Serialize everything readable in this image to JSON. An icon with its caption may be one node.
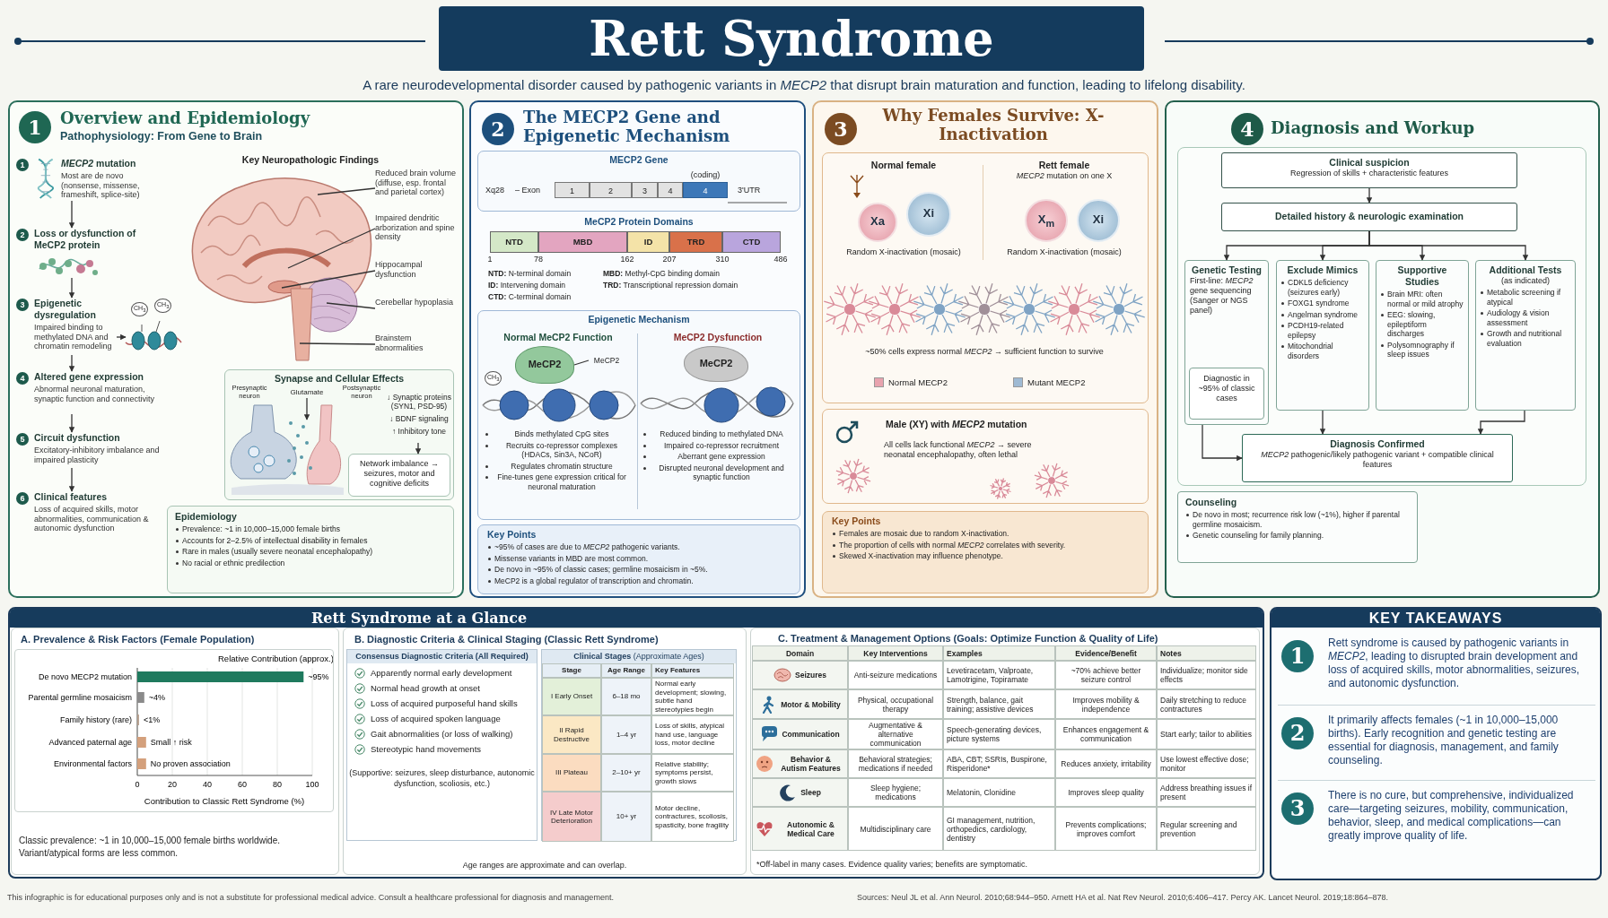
{
  "diagram": {
    "title": "Rett Syndrome",
    "nodes": [
      {
        "text": [
          "1",
          "Overview and Epidemiology",
          "Pathophysiology: From Gene to Brain"
        ]
      },
      {
        "text": [
          "1",
          "*MECP2* mutation",
          "Most are de novo (nonsense, missense, frameshift, splice-site)"
        ],
        "in": 0
      },
      {
        "text": [
          "2",
          "Loss or dysfunction of MeCP2 protein"
        ],
        "in": 0
      },
      {
        "text": [
          "3",
          "Epigenetic dysregulation",
          "Impaired binding to methylated DNA and chromatin remodeling"
        ],
        "in": 0
      },
      {
        "text": [],
        "shape": "picture",
        "in": 0
      },
      {
        "text": [
          "4",
          "Altered gene expression",
          "Abnormal neuronal maturation, synaptic function and connectivity"
        ],
        "in": 0
      },
      {
        "text": [
          "5",
          "Circuit dysfunction",
          "Excitatory-inhibitory imbalance and impaired plasticity"
        ],
        "in": 0
      },
      {
        "text": [
          "6",
          "Clinical features",
          "Loss of acquired skills, motor abnormalities, communication & autonomic dysfunction"
        ],
        "in": 0
      },
      {
        "text": [
          "Reduced brain volume (diffuse, esp. frontal and parietal cortex)"
        ],
        "in": 0
      },
      {
        "text": [
          "Impaired dendritic arborization and spine density"
        ],
        "in": 0
      },
      {
        "text": [
          "Hippocampal dysfunction"
        ],
        "in": 0
      },
      {
        "text": [
          "Cerebellar hypoplasia"
        ],
        "in": 0
      },
      {
        "text": [
          "Brainstem abnormalities"
        ],
        "in": 0
      },
      {
        "text": [
          "Synapse and Cellular Effects"
        ],
        "in": 0
      },
      {
        "text": [
          "Glutamate"
        ],
        "in": 13
      },
      {
        "text": [
          "↓ Synaptic proteins (SYN1, PSD-95)",
          "↓ BDNF signaling",
          "↑ Inhibitory tone"
        ],
        "in": 13
      },
      {
        "text": [
          "Network imbalance → seizures, motor and cognitive deficits"
        ],
        "in": 13
      },
      {
        "text": [
          "Epidemiology",
          "Prevalence: ~1 in 10,000–15,000 female births",
          "Accounts for 2–2.5% of intellectual disability in females",
          "Rare in males (usually severe neonatal encephalopathy)",
          "No racial or ethnic predilection"
        ],
        "in": 0
      },
      {
        "text": [
          "2",
          "The MECP2 Gene and Epigenetic Mechanism"
        ]
      },
      {
        "text": [
          "MECP2 Gene"
        ],
        "in": 18
      },
      {
        "text": [
          "1"
        ],
        "in": 19
      },
      {
        "text": [
          "2"
        ],
        "in": 19
      },
      {
        "text": [
          "3"
        ],
        "in": 19
      },
      {
        "text": [
          "4"
        ],
        "in": 19
      },
      {
        "text": [
          "4"
        ],
        "in": 19
      },
      {
        "text": [
          "NTD"
        ],
        "in": 18
      },
      {
        "text": [
          "MBD"
        ],
        "in": 18
      },
      {
        "text": [
          "ID"
        ],
        "in": 18
      },
      {
        "text": [
          "TRD"
        ],
        "in": 18
      },
      {
        "text": [
          "CTD"
        ],
        "in": 18
      },
      {
        "text": [
          "Epigenetic Mechanism"
        ],
        "in": 18
      },
      {
        "text": [
          "Normal MeCP2 Function",
          "Binds methylated CpG sites",
          "Recruits co-repressor complexes (HDACs, Sin3A, NCoR)",
          "Regulates chromatin structure",
          "Fine-tunes gene expression critical for neuronal maturation"
        ],
        "in": 30
      },
      {
        "text": [
          "MeCP2"
        ],
        "in": 31
      },
      {
        "text": [
          "MeCP2"
        ],
        "in": 31
      },
      {
        "text": [
          "MeCP2 Dysfunction",
          "Reduced binding to methylated DNA",
          "Impaired co-repressor recruitment",
          "Aberrant gene expression",
          "Disrupted neuronal development and synaptic function"
        ],
        "in": 30
      },
      {
        "text": [
          "MeCP2"
        ],
        "in": 34
      },
      {
        "text": [
          "Key Points",
          "~95% of cases are due to *MECP2* pathogenic variants.",
          "Missense variants in MBD are most common.",
          "De novo in ~95% of classic cases; germline mosaicism in ~5%.",
          "MeCP2 is a global regulator of transcription and chromatin."
        ],
        "in": 18
      },
      {
        "text": [
          "3",
          "Why Females Survive: X-Inactivation"
        ]
      },
      {
        "text": [
          "~50% cells express normal *MECP2* → sufficient function to survive"
        ],
        "in": 37
      },
      {
        "text": [
          "Normal female",
          "Random X-inactivation (mosaic)"
        ],
        "in": 38
      },
      {
        "text": [
          "Xa"
        ],
        "in": 39
      },
      {
        "text": [
          "Xi"
        ],
        "in": 39
      },
      {
        "text": [
          "Rett female",
          "*MECP2* mutation on one X",
          "Random X-inactivation (mosaic)"
        ],
        "in": 38
      },
      {
        "text": [
          "X$_{m}$"
        ],
        "in": 42
      },
      {
        "text": [
          "Xi"
        ],
        "in": 42
      },
      {
        "text": [
          "Male (XY) with *MECP2* mutation",
          "All cells lack functional *MECP2* → severe neonatal encephalopathy, often lethal"
        ],
        "in": 37
      },
      {
        "text": [
          "Key Points",
          "Females are mosaic due to random X-inactivation.",
          "The proportion of cells with normal *MECP2* correlates with severity.",
          "Skewed X-inactivation may influence phenotype."
        ],
        "in": 37
      },
      {
        "text": [
          "4",
          "Diagnosis and Workup"
        ]
      },
      {
        "text": [],
        "shape": "box",
        "in": 47
      },
      {
        "text": [
          "Clinical suspicion",
          "Regression of skills + characteristic features"
        ],
        "in": 48
      },
      {
        "text": [
          "Detailed history & neurologic examination"
        ],
        "in": 48
      },
      {
        "text": [
          "Genetic Testing",
          "First-line: *MECP2* gene sequencing (Sanger or NGS panel)"
        ],
        "in": 48
      },
      {
        "text": [
          "Diagnostic in ~95% of classic cases"
        ],
        "in": 51
      },
      {
        "text": [
          "Exclude Mimics",
          "CDKL5 deficiency (seizures early)",
          "FOXG1 syndrome",
          "Angelman syndrome",
          "PCDH19-related epilepsy",
          "Mitochondrial disorders"
        ],
        "in": 48
      },
      {
        "text": [
          "Supportive Studies",
          "Brain MRI: often normal or mild atrophy",
          "EEG: slowing, epileptiform discharges",
          "Polysomnography if sleep issues"
        ],
        "in": 48
      },
      {
        "text": [
          "Additional Tests",
          "(as indicated)",
          "Metabolic screening if atypical",
          "Audiology & vision assessment",
          "Growth and nutritional evaluation"
        ],
        "in": 48
      },
      {
        "text": [
          "Diagnosis Confirmed",
          "*MECP2* pathogenic/likely pathogenic variant + compatible clinical features"
        ],
        "in": 48
      },
      {
        "text": [
          "Counseling",
          "De novo in most; recurrence risk low (~1%), higher if parental germline mosaicism.",
          "Genetic counseling for family planning."
        ],
        "in": 47
      },
      {
        "text": [
          "Rett Syndrome at a Glance"
        ]
      },
      {
        "text": [
          "A. Prevalence & Risk Factors (Female Population)",
          "Classic prevalence: ~1 in 10,000–15,000 female births worldwide. Variant/atypical forms are less common."
        ],
        "in": 58
      },
      {
        "text": [
          "**B. Diagnostic Criteria & Clinical Staging** (Classic Rett Syndrome)",
          "Age ranges are approximate and can overlap."
        ],
        "in": 58
      },
      {
        "text": [
          "Consensus Diagnostic Criteria (All Required)",
          "Apparently normal early development",
          "Normal head growth at onset",
          "Loss of acquired purposeful hand skills",
          "Loss of acquired spoken language",
          "Gait abnormalities (or loss of walking)",
          "Stereotypic hand movements",
          "(Supportive: seizures, sleep disturbance, autonomic dysfunction, scoliosis, etc.)"
        ],
        "in": 60
      },
      {
        "text": [
          "**Clinical Stages** (Approximate Ages)"
        ],
        "in": 60
      },
      {
        "text": [
          "**C. Treatment & Management Options** (Goals: Optimize Function & Quality of Life)",
          "*Off-label in many cases. Evidence quality varies; benefits are symptomatic."
        ],
        "in": 58
      },
      {
        "text": [
          "KEY TAKEAWAYS"
        ]
      },
      {
        "text": [
          "1",
          "Rett syndrome is caused by pathogenic variants in *MECP2*, leading to disrupted brain development and loss of acquired skills, motor abnormalities, seizures, and autonomic dysfunction."
        ],
        "in": 64
      },
      {
        "text": [
          "2",
          "It primarily affects females (~1 in 10,000–15,000 births). Early recognition and genetic testing are essential for diagnosis, management, and family counseling."
        ],
        "in": 64
      },
      {
        "text": [
          "3",
          "There is no cure, but comprehensive, individualized care—targeting seizures, mobility, communication, behavior, sleep, and medical complications—can greatly improve quality of life."
        ],
        "in": 64
      }
    ],
    "edges": [
      {
        "from": 1,
        "to": 2,
        "arrow": "to"
      },
      {
        "from": 2,
        "to": 3,
        "arrow": "to"
      },
      {
        "from": 3,
        "to": 4,
        "arrow": "to"
      },
      {
        "from": 3,
        "to": 5,
        "arrow": "to"
      },
      {
        "from": 5,
        "to": 6,
        "arrow": "to"
      },
      {
        "from": 6,
        "to": 7,
        "arrow": "to"
      },
      {
        "from": 8,
        "to": null,
        "arrow": "none"
      },
      {
        "from": 9,
        "to": null,
        "arrow": "none"
      },
      {
        "from": 10,
        "to": null,
        "arrow": "none"
      },
      {
        "from": 11,
        "to": null,
        "arrow": "none"
      },
      {
        "from": 12,
        "to": null,
        "arrow": "none"
      },
      {
        "from": 14,
        "to": null,
        "arrow": "to"
      },
      {
        "from": 15,
        "to": 16,
        "arrow": "to"
      },
      {
        "from": 33,
        "to": 32,
        "arrow": "none"
      },
      {
        "from": 49,
        "to": 50,
        "arrow": "to"
      },
      {
        "from": 50,
        "to": 51,
        "arrow": "to"
      },
      {
        "from": 50,
        "to": 53,
        "arrow": "to"
      },
      {
        "from": 50,
        "to": 54,
        "arrow": "to"
      },
      {
        "from": 50,
        "to": 55,
        "arrow": "to"
      },
      {
        "from": 51,
        "to": 56,
        "arrow": "to"
      },
      {
        "from": 53,
        "to": 56,
        "arrow": "to"
      },
      {
        "from": 55,
        "to": 56,
        "arrow": "to"
      }
    ],
    "labels": [
      "A rare neurodevelopmental disorder caused by pathogenic variants in *MECP2* that disrupt brain maturation and function, leading to lifelong disability.",
      "Key Neuropathologic Findings",
      "CH$_{3}$",
      "CH$_{3}$",
      "Presynaptic neuron",
      "Postsynaptic neuron",
      "Xq28",
      "– Exon",
      "(coding)",
      "3'UTR",
      "MeCP2 Protein Domains",
      "1",
      "78",
      "162",
      "207",
      "310",
      "486",
      "**NTD:** N-terminal domain",
      "**MBD:** Methyl-CpG binding domain",
      "**ID:** Intervening domain",
      "**TRD:** Transcriptional repression domain",
      "**CTD:** C-terminal domain",
      "CH$_{3}$",
      "Stage",
      "Age Range",
      "Key Features",
      "I Early Onset",
      "6–18 mo",
      "Normal early development; slowing, subtle hand stereotypies begin",
      "II Rapid Destructive",
      "1–4 yr",
      "Loss of skills, atypical hand use, language loss, motor decline",
      "III Plateau",
      "2–10+ yr",
      "Relative stability; symptoms persist, growth slows",
      "IV Late Motor Deterioration",
      "10+ yr",
      "Motor decline, contractures, scoliosis, spasticity, bone fragility",
      "Domain",
      "Key Interventions",
      "Examples",
      "Evidence/Benefit",
      "Notes",
      "Seizures",
      "Anti-seizure medications",
      "Levetiracetam, Valproate, Lamotrigine, Topiramate",
      "~70% achieve better seizure control",
      "Individualize; monitor side effects",
      "Motor & Mobility",
      "Physical, occupational therapy",
      "Strength, balance, gait training; assistive devices",
      "Improves mobility & independence",
      "Daily stretching to reduce contractures",
      "Communication",
      "Augmentative & alternative communication",
      "Speech-generating devices, picture systems",
      "Enhances engagement & communication",
      "Start early; tailor to abilities",
      "Behavior & Autism Features",
      "Behavioral strategies; medications if needed",
      "ABA, CBT; SSRIs, Buspirone, Risperidone*",
      "Reduces anxiety, irritability",
      "Use lowest effective dose; monitor",
      "Sleep",
      "Sleep hygiene; medications",
      "Melatonin, Clonidine",
      "Improves sleep quality",
      "Address breathing issues if present",
      "Autonomic & Medical Care",
      "Multidisciplinary care",
      "GI management, nutrition, orthopedics, cardiology, dentistry",
      "Prevents complications; improves comfort",
      "Regular screening and prevention",
      "This infographic is for educational purposes only and is not a substitute for professional medical advice.  Consult a healthcare professional for diagnosis and management.",
      "Sources: Neul JL et al. Ann Neurol. 2010;68:944–950.  Arnett HA et al. Nat Rev Neurol. 2010;6:406–417.  Percy AK. Lancet Neurol. 2019;18:864–878."
    ],
    "legend": [
      {
        "text": "Normal MECP2",
        "color": "#e8a3ae"
      },
      {
        "text": "Mutant MECP2",
        "color": "#9fbad3"
      }
    ],
    "chart_data": {
      "type": "bar",
      "orientation": "horizontal",
      "title": "Relative Contribution (approx.)",
      "xlabel": "Contribution to Classic Rett Syndrome (%)",
      "categories": [
        "De novo MECP2 mutation",
        "Parental germline mosaicism",
        "Family history (rare)",
        "Advanced paternal age",
        "Environmental factors"
      ],
      "values": [
        95,
        4,
        1,
        5,
        5
      ],
      "xlim": [
        0,
        100
      ],
      "grid": true,
      "xticks": [
        0,
        20,
        40,
        60,
        80,
        100
      ],
      "value_labels": [
        "~95%",
        "~4%",
        "<1%",
        "Small ↑ risk",
        "No proven association"
      ]
    }
  }
}
